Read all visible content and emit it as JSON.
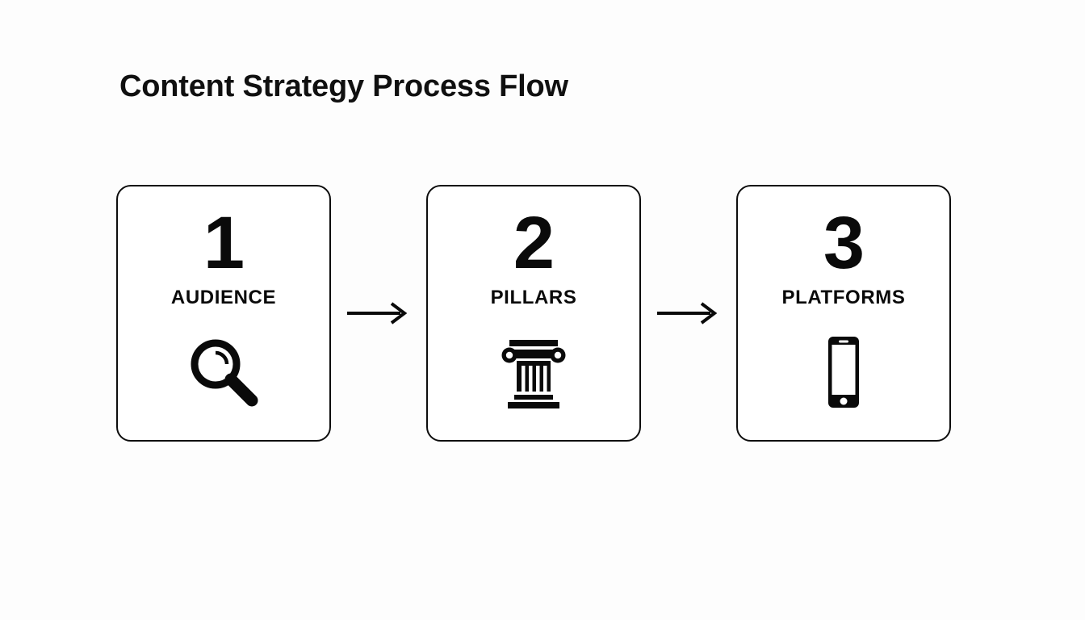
{
  "page": {
    "title": "Content Strategy Process Flow",
    "background_color": "#fdfdfd",
    "ink_color": "#0a0a0a"
  },
  "flow": {
    "steps": [
      {
        "number": "1",
        "label": "AUDIENCE",
        "icon": "magnifier-icon"
      },
      {
        "number": "2",
        "label": "PILLARS",
        "icon": "column-icon"
      },
      {
        "number": "3",
        "label": "PLATFORMS",
        "icon": "smartphone-icon"
      }
    ],
    "connectors": [
      {
        "icon": "arrow-right-icon"
      },
      {
        "icon": "arrow-right-icon"
      }
    ]
  }
}
